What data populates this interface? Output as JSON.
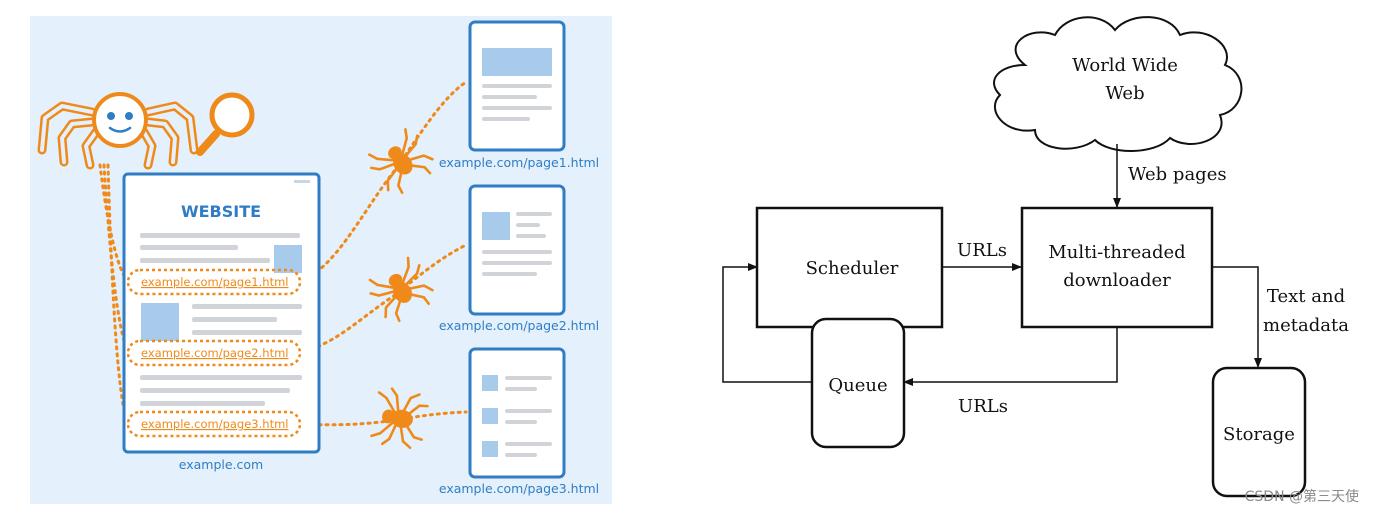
{
  "left_panel": {
    "website_title": "WEBSITE",
    "website_domain": "example.com",
    "links": [
      "example.com/page1.html",
      "example.com/page2.html",
      "example.com/page3.html"
    ],
    "pages": [
      "example.com/page1.html",
      "example.com/page2.html",
      "example.com/page3.html"
    ],
    "colors": {
      "background": "#e4f0fb",
      "frame": "#2f7ec5",
      "spider": "#ef8a1a",
      "image_block": "#a8cbeb",
      "text_line": "#d0d4d8"
    },
    "icons": [
      "spider-mascot-icon",
      "magnifier-icon",
      "crawler-spider-icon"
    ]
  },
  "right_panel": {
    "cloud": {
      "line1": "World Wide",
      "line2": "Web"
    },
    "scheduler": "Scheduler",
    "downloader": {
      "line1": "Multi-threaded",
      "line2": "downloader"
    },
    "queue": "Queue",
    "storage": "Storage",
    "edges": {
      "web_pages": "Web pages",
      "urls_to_downloader": "URLs",
      "urls_to_queue": "URLs",
      "text_metadata_line1": "Text and",
      "text_metadata_line2": "metadata"
    }
  },
  "watermark": "CSDN @第三天使"
}
